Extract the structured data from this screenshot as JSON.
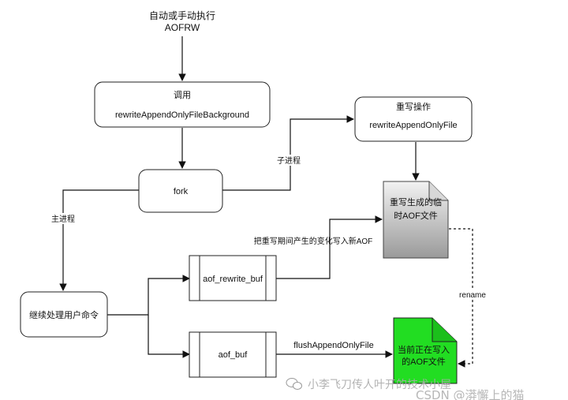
{
  "diagram": {
    "start": {
      "line1": "自动或手动执行",
      "line2": "AOFRW"
    },
    "call_box": {
      "line1": "调用",
      "line2": "rewriteAppendOnlyFileBackground"
    },
    "fork_box": {
      "label": "fork"
    },
    "rewrite_box": {
      "line1": "重写操作",
      "line2": "rewriteAppendOnlyFile"
    },
    "temp_file": {
      "line1": "重写生成的临",
      "line2": "时AOF文件"
    },
    "continue_box": {
      "label": "继续处理用户命令"
    },
    "aof_rewrite_buf": {
      "label": "aof_rewrite_buf"
    },
    "aof_buf": {
      "label": "aof_buf"
    },
    "current_file": {
      "line1": "当前正在写入",
      "line2": "的AOF文件"
    },
    "edge_labels": {
      "child_process": "子进程",
      "main_process": "主进程",
      "write_changes": "把重写期间产生的变化写入新AOF",
      "flush": "flushAppendOnlyFile",
      "rename": "rename"
    }
  },
  "watermark": {
    "line1": "小李飞刀传人叶开的技术小屋",
    "line2": "CSDN @漭懈上的猫"
  },
  "colors": {
    "current_file_fill": "#22dd22",
    "temp_file_fill_top": "#f2f2f2",
    "temp_file_fill_bottom": "#9a9a9a",
    "stroke": "#222222"
  }
}
